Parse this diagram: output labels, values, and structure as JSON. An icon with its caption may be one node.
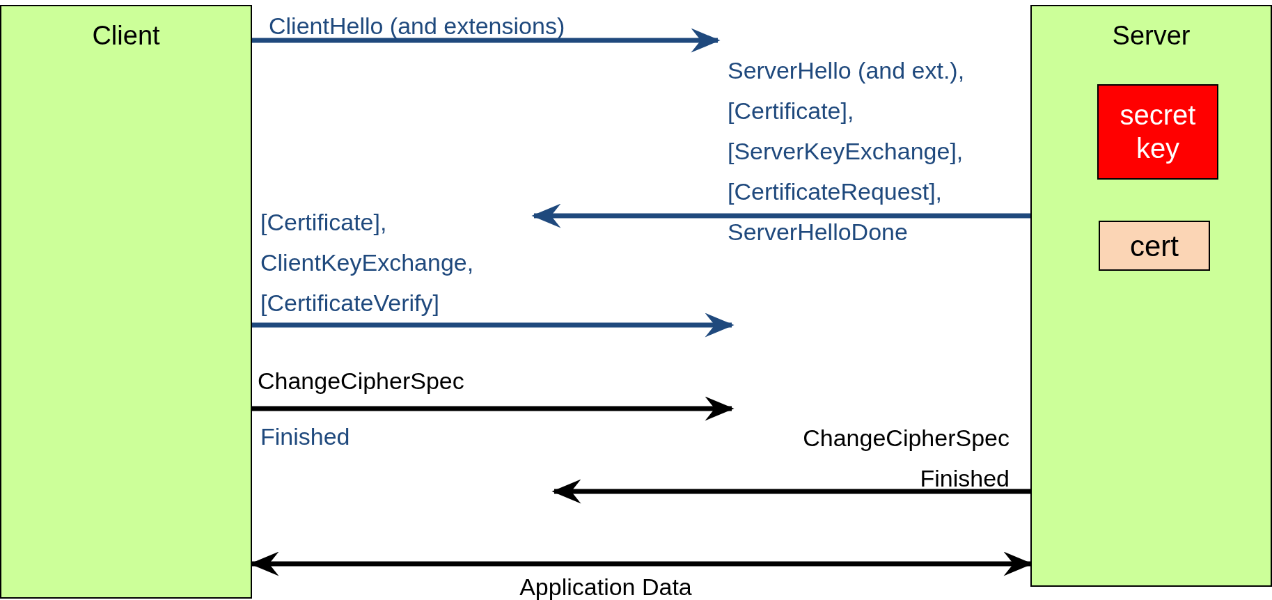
{
  "diagram": {
    "nodes": [
      {
        "text": [
          "Client"
        ]
      },
      {
        "text": [
          "Server"
        ]
      },
      {
        "text": [
          "secret key"
        ],
        "in": 1
      },
      {
        "text": [
          "cert"
        ],
        "in": 1
      }
    ],
    "edges": [
      {
        "from": 0,
        "to": null,
        "arrow": "to",
        "label": "ClientHello (and extensions)"
      },
      {
        "from": 1,
        "to": null,
        "arrow": "to",
        "label": "ServerHello (and ext.), [Certificate], [ServerKeyExchange], [CertificateRequest], ServerHelloDone"
      },
      {
        "from": 0,
        "to": null,
        "arrow": "to",
        "label": "[Certificate], ClientKeyExchange, [CertificateVerify]"
      },
      {
        "from": 0,
        "to": null,
        "arrow": "to",
        "label": "ChangeCipherSpec",
        "color": "#000000"
      },
      {
        "from": 1,
        "to": null,
        "arrow": "to",
        "label": "ChangeCipherSpec Finished",
        "color": "#000000"
      },
      {
        "from": 0,
        "to": 1,
        "arrow": "both",
        "label": "Application Data",
        "color": "#000000"
      }
    ],
    "labels": [
      "Finished"
    ]
  }
}
